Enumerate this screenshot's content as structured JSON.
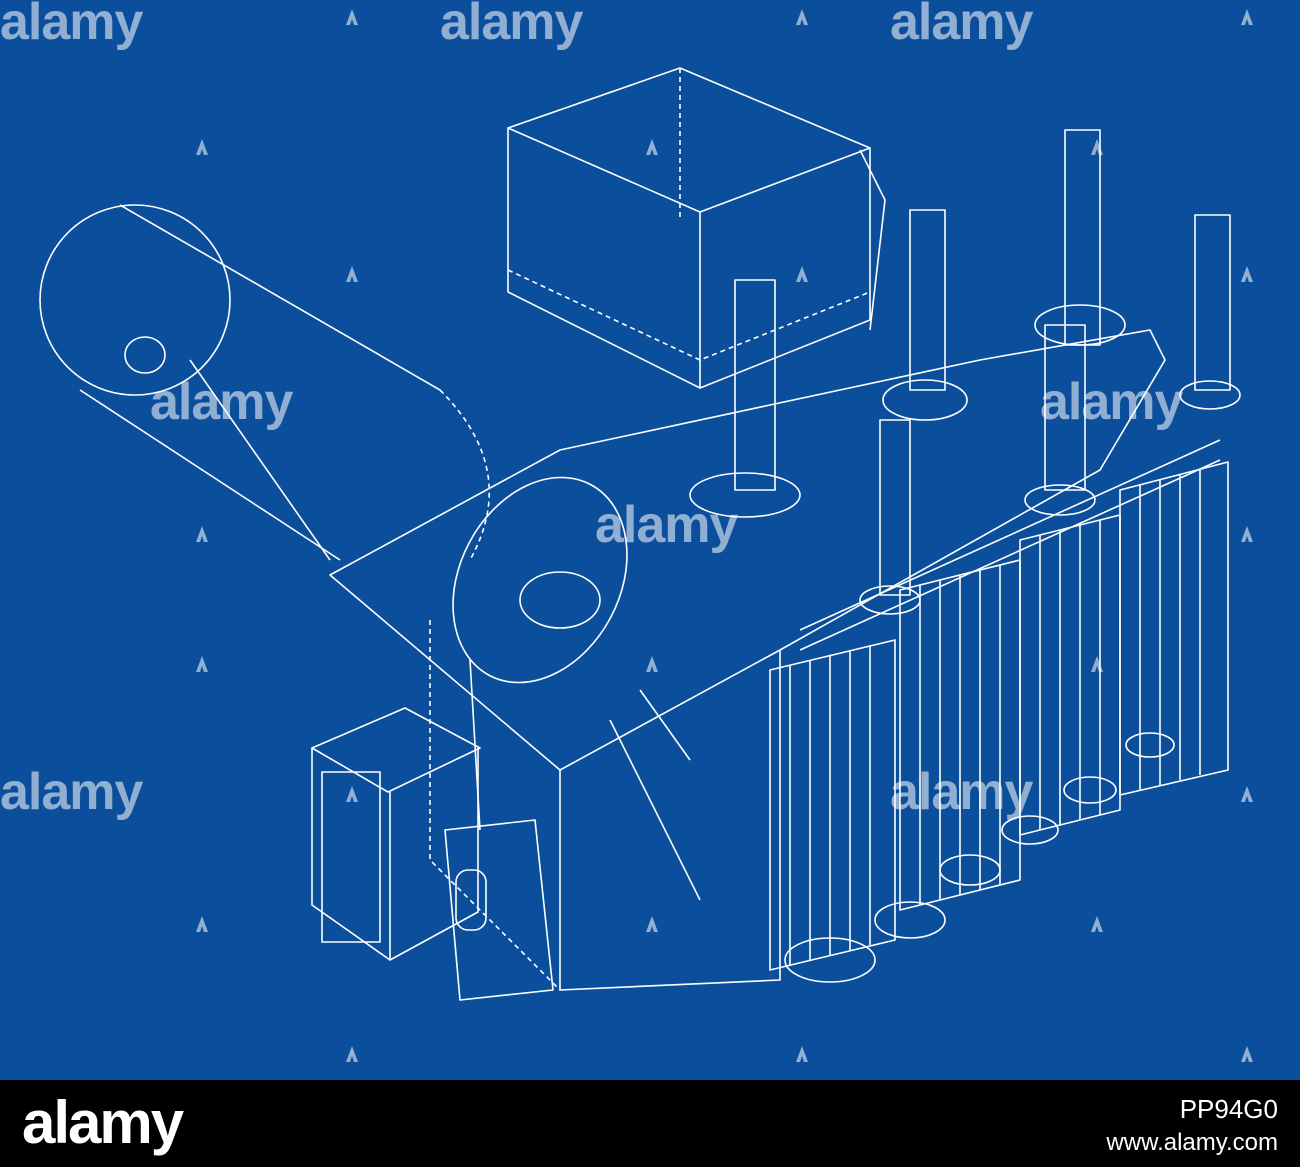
{
  "colors": {
    "background": "#0b4f9c",
    "line": "#ffffff",
    "footer": "#000000"
  },
  "watermark": {
    "text": "alamy",
    "icon": "alamy-a-icon"
  },
  "footer": {
    "logo": "alamy",
    "image_id": "PP94G0",
    "site": "www.alamy.com"
  }
}
